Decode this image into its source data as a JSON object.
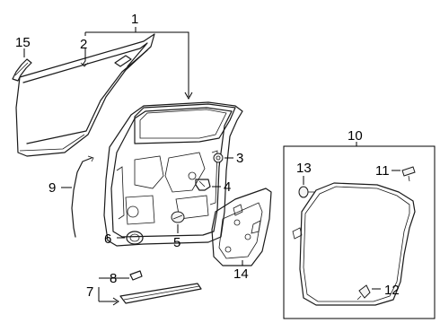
{
  "callouts": {
    "n1": "1",
    "n2": "2",
    "n3": "3",
    "n4": "4",
    "n5": "5",
    "n6": "6",
    "n7": "7",
    "n8": "8",
    "n9": "9",
    "n10": "10",
    "n11": "11",
    "n12": "12",
    "n13": "13",
    "n14": "14",
    "n15": "15"
  },
  "colors": {
    "line": "#1a1a1a",
    "background": "#ffffff"
  }
}
